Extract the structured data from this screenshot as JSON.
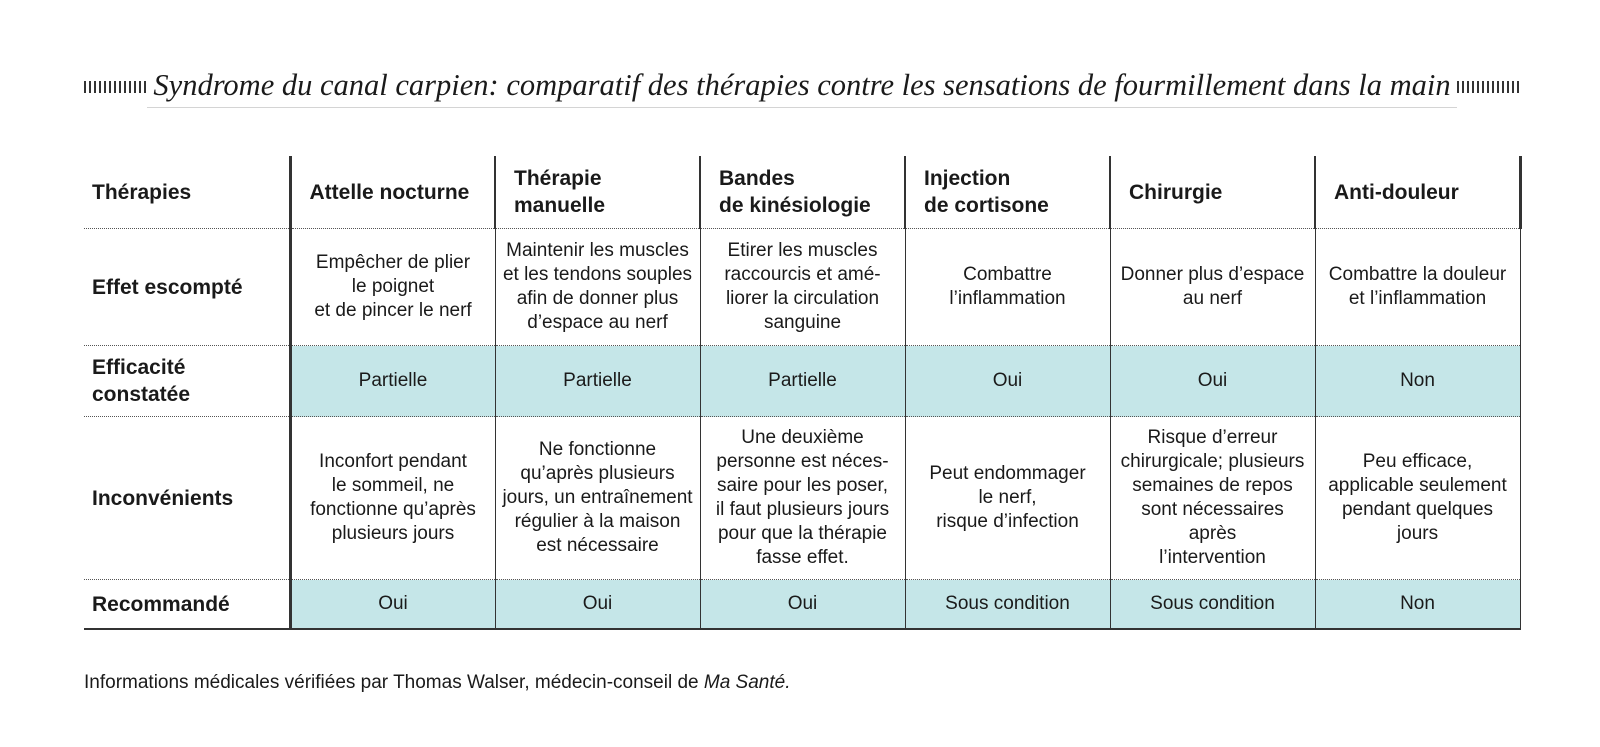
{
  "title": "Syndrome du canal carpien: comparatif des thérapies contre les sensations de fourmillement dans la main",
  "table": {
    "header_label": "Thérapies",
    "columns": [
      "Attelle nocturne",
      "Thérapie\nmanuelle",
      "Bandes\nde  kinésiologie",
      "Injection\nde cortisone",
      "Chirurgie",
      "Anti-douleur"
    ],
    "rows": [
      {
        "label": "Effet escompté",
        "cells": [
          "Empêcher de plier\nle poignet\net de pincer le nerf",
          "Maintenir les muscles\net les tendons souples\nafin de donner plus\nd’espace au nerf",
          "Etirer les muscles\nraccourcis et amé-\nliorer la circulation\nsanguine",
          "Combattre\nl’inflammation",
          "Donner plus d’espace\nau nerf",
          "Combattre la douleur\net l’inflammation"
        ]
      },
      {
        "label": "Efficacité\nconstatée",
        "cells": [
          "Partielle",
          "Partielle",
          "Partielle",
          "Oui",
          "Oui",
          "Non"
        ]
      },
      {
        "label": "Inconvénients",
        "cells": [
          "Inconfort pendant\nle sommeil, ne\nfonctionne qu’après\nplusieurs jours",
          "Ne fonctionne\nqu’après plusieurs\njours, un entraînement\nrégulier à la maison\nest nécessaire",
          "Une deuxième\npersonne est néces-\nsaire pour les poser,\nil faut plusieurs jours\npour que la thérapie\nfasse effet.",
          "Peut endommager\nle nerf,\nrisque d’infection",
          "Risque d’erreur\nchirurgicale; plusieurs\nsemaines de repos\nsont nécessaires après\nl’intervention",
          "Peu efficace,\napplicable seulement\npendant quelques\njours"
        ]
      },
      {
        "label": "Recommandé",
        "cells": [
          "Oui",
          "Oui",
          "Oui",
          "Sous condition",
          "Sous condition",
          "Non"
        ]
      }
    ],
    "highlight_color": "#c5e6e8"
  },
  "footer": {
    "text": "Informations médicales vérifiées par Thomas Walser, médecin-conseil de ",
    "source": "Ma Santé."
  }
}
